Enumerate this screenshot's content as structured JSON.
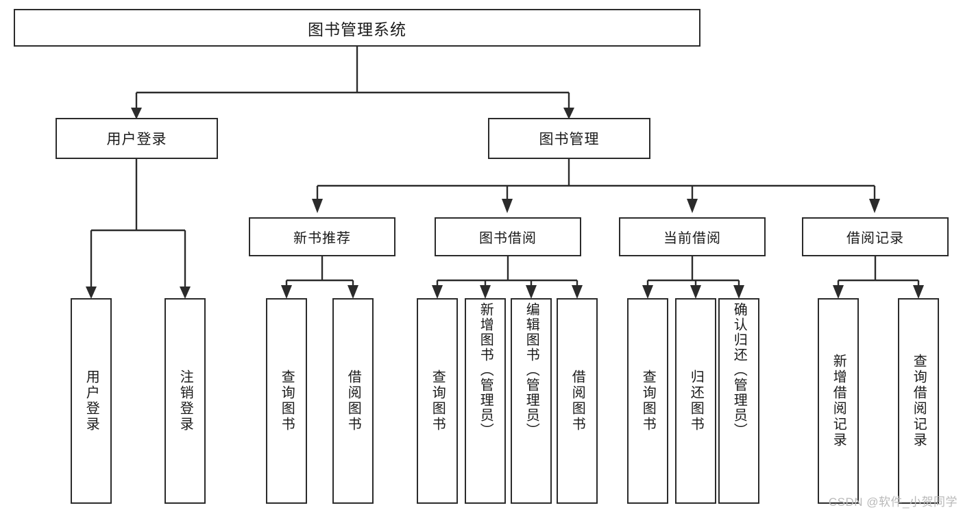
{
  "diagram": {
    "title": "图书管理系统",
    "type": "hierarchy-tree",
    "root": {
      "label": "图书管理系统"
    },
    "level1": [
      {
        "label": "用户登录"
      },
      {
        "label": "图书管理"
      }
    ],
    "level2": [
      {
        "label": "新书推荐"
      },
      {
        "label": "图书借阅"
      },
      {
        "label": "当前借阅"
      },
      {
        "label": "借阅记录"
      }
    ],
    "leaves": {
      "user_login": [
        {
          "label": "用户登录"
        },
        {
          "label": "注销登录"
        }
      ],
      "new_book_recommend": [
        {
          "label": "查询图书"
        },
        {
          "label": "借阅图书"
        }
      ],
      "book_borrow": [
        {
          "label": "查询图书"
        },
        {
          "label": "新增图书（管理员）"
        },
        {
          "label": "编辑图书（管理员）"
        },
        {
          "label": "借阅图书"
        }
      ],
      "current_borrow": [
        {
          "label": "查询图书"
        },
        {
          "label": "归还图书"
        },
        {
          "label": "确认归还（管理员）"
        }
      ],
      "borrow_record": [
        {
          "label": "新增借阅记录"
        },
        {
          "label": "查询借阅记录"
        }
      ]
    }
  },
  "watermark": {
    "text": "CSDN @软件_小贺同学"
  },
  "colors": {
    "stroke": "#2b2b2b",
    "background": "#ffffff",
    "text": "#1a1a1a",
    "watermark": "#b9b9b9"
  }
}
